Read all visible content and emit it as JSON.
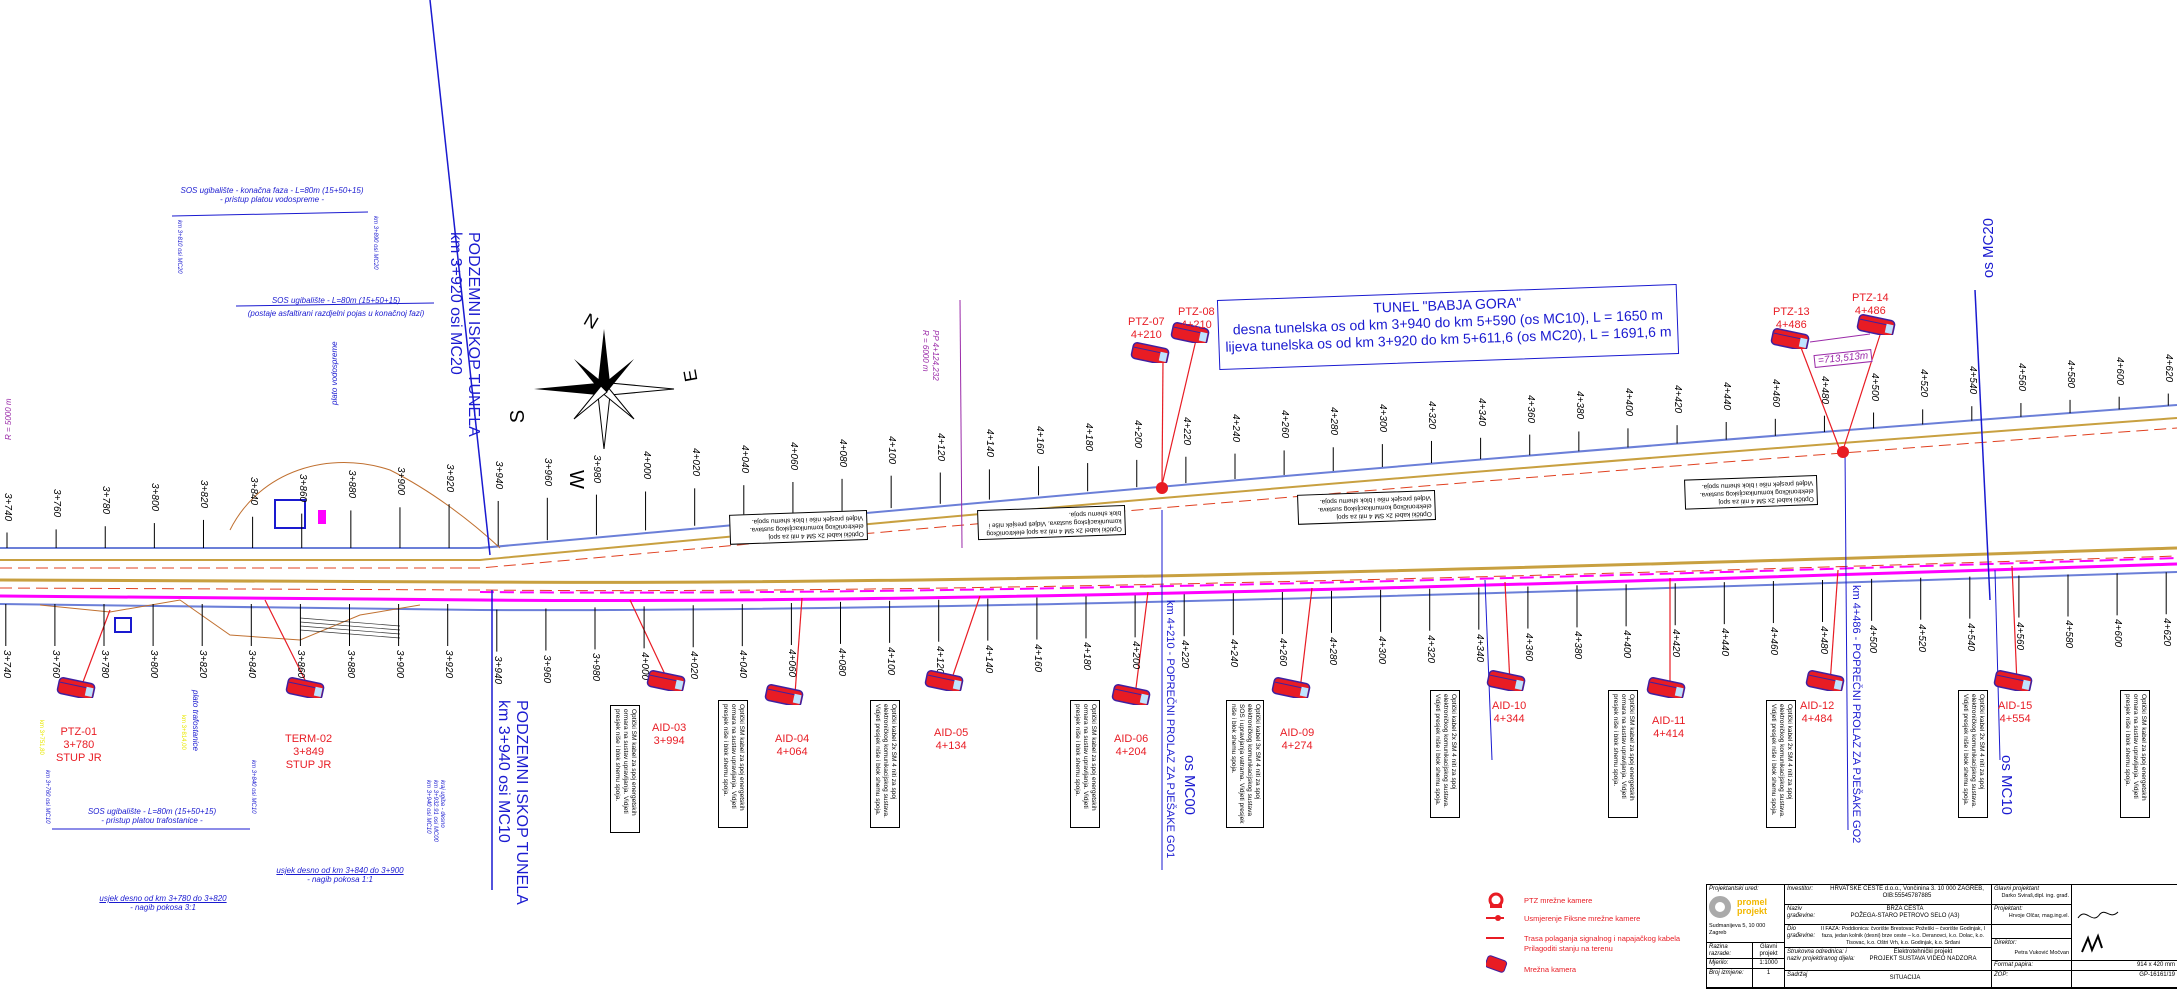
{
  "tunnel": {
    "title": "TUNEL \"BABJA GORA\"",
    "line1": "desna tunelska os od km 3+940 do km 5+590 (os MC10), L = 1650 m",
    "line2": "lijeva tunelska os od km 3+920 do km 5+611,6 (os MC20), L = 1691,6 m"
  },
  "axes": {
    "upper_chainages": [
      "3+740",
      "3+760",
      "3+780",
      "3+800",
      "3+820",
      "3+840",
      "3+860",
      "3+880",
      "3+900",
      "3+920",
      "3+940",
      "3+960",
      "3+980",
      "4+000",
      "4+020",
      "4+040",
      "4+060",
      "4+080",
      "4+100",
      "4+120",
      "4+140",
      "4+160",
      "4+180",
      "4+200",
      "4+220",
      "4+240",
      "4+260",
      "4+280",
      "4+300",
      "4+320",
      "4+340",
      "4+360",
      "4+380",
      "4+400",
      "4+420",
      "4+440",
      "4+460",
      "4+480",
      "4+500",
      "4+520",
      "4+540",
      "4+560",
      "4+580",
      "4+600",
      "4+620"
    ],
    "lower_chainages": [
      "3+740",
      "3+760",
      "3+780",
      "3+800",
      "3+820",
      "3+840",
      "3+860",
      "3+880",
      "3+900",
      "3+920",
      "3+940",
      "3+960",
      "3+980",
      "4+000",
      "4+020",
      "4+040",
      "4+060",
      "4+080",
      "4+100",
      "4+120",
      "4+140",
      "4+160",
      "4+180",
      "4+200",
      "4+220",
      "4+240",
      "4+260",
      "4+280",
      "4+300",
      "4+320",
      "4+340",
      "4+360",
      "4+380",
      "4+400",
      "4+420",
      "4+440",
      "4+460",
      "4+480",
      "4+500",
      "4+520",
      "4+540",
      "4+560",
      "4+580",
      "4+600",
      "4+620"
    ]
  },
  "cameras": [
    {
      "id": "PTZ-01",
      "chainage": "3+780",
      "note": "STUP JR"
    },
    {
      "id": "TERM-02",
      "chainage": "3+849",
      "note": "STUP JR"
    },
    {
      "id": "AID-03",
      "chainage": "3+994"
    },
    {
      "id": "AID-04",
      "chainage": "4+064"
    },
    {
      "id": "AID-05",
      "chainage": "4+134"
    },
    {
      "id": "AID-06",
      "chainage": "4+204"
    },
    {
      "id": "AID-09",
      "chainage": "4+274"
    },
    {
      "id": "AID-10",
      "chainage": "4+344"
    },
    {
      "id": "AID-11",
      "chainage": "4+414"
    },
    {
      "id": "AID-12",
      "chainage": "4+484"
    },
    {
      "id": "AID-15",
      "chainage": "4+554"
    },
    {
      "id": "PTZ-07",
      "chainage": "4+210"
    },
    {
      "id": "PTZ-08",
      "chainage": "4+210"
    },
    {
      "id": "PTZ-13",
      "chainage": "4+486"
    },
    {
      "id": "PTZ-14",
      "chainage": "4+486"
    }
  ],
  "distance_label": "=713,513m",
  "labels": {
    "iskop_mc20_a": "PODZEMNI ISKOP TUNELA",
    "iskop_mc20_b": "km 3+920 osi MC20",
    "iskop_mc10_a": "PODZEMNI ISKOP TUNELA",
    "iskop_mc10_b": "km 3+940 osi MC10",
    "os_mc20": "os MC20",
    "os_mc00": "os MC00",
    "os_mc10": "os MC10",
    "prolaz_go1": "km 4+210 - POPREČNI PROLAZ ZA PJEŠAKE GO1",
    "prolaz_go2": "km 4+486 - POPREČNI PROLAZ ZA PJEŠAKE GO2",
    "sos1_a": "SOS ugibalište - konačna faza - L=80m (15+50+15)",
    "sos1_b": "- pristup platou vodospreme -",
    "sos1_l": "km 3+810 osi MC20",
    "sos1_r": "km 3+890 osi MC20",
    "sos2_a": "SOS ugibalište - L=80m (15+50+15)",
    "sos2_b": "(postaje asfaltirani razdjelni pojas u konačnoj fazi)",
    "sos3_a": "SOS ugibalište - L=80m (15+50+15)",
    "sos3_b": "- pristup platou trafostanice -",
    "sos3_l": "km 3+760 osi MC10",
    "sos3_r": "km 3+840 osi MC10",
    "usjek1_a": "usjek desno od km 3+840 do 3+900",
    "usjek1_b": "- nagib pokosa 1:1",
    "usjek2_a": "usjek desno od km 3+780 do 3+820",
    "usjek2_b": "- nagib pokosa 3:1",
    "plato_traf": "plato trafostanice",
    "plato_vod": "plato vodospreme",
    "r5000": "R = 5000 m",
    "r6000": "R = 6000 m",
    "pp": "PP 4+124,232",
    "ugib_desno": "kraj ugiba - desno",
    "ugib_desno_km": "km 3+932.91 osi MC00",
    "ugib_desno_km2": "km 3+940 osi MC10",
    "yellow1": "km 3+751,80",
    "yellow2": "km 3+814,00"
  },
  "notes": [
    "Optički SM kabel za spoj energetskih ormara na sustav upravljanja. Vidjeti presjek niše i blok shemu spoja.",
    "Optički kabel 2x SM 4 niti za spoj elektroničkog komunikacijskog sustava. Vidjeti presjek niše i blok shemu spoja.",
    "Optički SM kabel za spoj energetskih ormara na sustav upravljanja. Vidjeti presjek niše i blok shemu spoja.",
    "Optički kabel 3x SM 4 niti za spoj elektroničkog komunikacijskog sustava SOS i upravljanja vatrama. Vidjeti presjek niše i blok shemu spoja.",
    "Optički kabel 2x SM 4 niti za spoj elektroničkog komunikacijskog sustava. Vidjeti presjek niše i blok shemu spoja.",
    "Optički SM kabel za spoj energetskih ormara na sustav upravljanja. Vidjeti presjek niše i blok shemu spoja.",
    "Optički kabel 2x SM 4 niti za spoj elektroničkog komunikacijskog sustava. Vidjeti presjek niše i blok shemu spoja.",
    "Optički kabel 2x SM 4 niti za spoj elektroničkog komunikacijskog sustava. Vidjeti presjek niše i blok shemu spoja.",
    "Optički SM kabel za spoj energetskih ormara na sustav upravljanja. Vidjeti presjek niše i blok shemu spoja."
  ],
  "compass": {
    "n": "N",
    "s": "S",
    "e": "E",
    "w": "W"
  },
  "legend": [
    {
      "label": "PTZ mrežne kamere"
    },
    {
      "label": "Usmjerenje Fiksne mrežne kamere"
    },
    {
      "label": "Trasa polaganja signalnog i napajačkog kabela",
      "label2": "Prilagoditi stanju na terenu"
    },
    {
      "label": "Mrežna kamera"
    }
  ],
  "title_block": {
    "office_label": "Projektantski ured:",
    "logo_text_1": "promel",
    "logo_text_2": "projekt",
    "address": "Sudmanijeva 5, 10 000 Zagreb",
    "razina_label": "Razina razrade:",
    "razina_value": "Glavni projekt",
    "mjerilo_label": "Mjerilo:",
    "mjerilo_value": "1:1000",
    "izmjena_label": "Broj izmjene:",
    "izmjena_value": "1",
    "investitor_label": "Investitor:",
    "investitor_value": "HRVATSKE CESTE d.o.o., Vončinina 3. 10 000 ZAGREB, OIB:55545787885",
    "gradevina_label": "Naziv građevine:",
    "gradevina_value_1": "BRZA CESTA",
    "gradevina_value_2": "POŽEGA-STARO PETROVO SELO (A3)",
    "dio_label": "Dio građevine:",
    "dio_value": "II FAZA: Poddionica: čvorište Brestovac Požeški – čvorište Godinjak, I faza, jedan kolnik (desni) brze ceste – k.o. Deranovci, k.o. Dolac, k.o. Tisovac, k.o. Oštri Vrh, k.o. Godinjak, k.o. Srđani",
    "strukovna_label": "Strukovna odrednica: i naziv projektiranog dijela:",
    "strukovna_value_1": "Elektrotehnički projekt",
    "strukovna_value_2": "PROJEKT SUSTAVA VIDEO NADZORA",
    "sadrzaj_label": "Sadržaj",
    "sadrzaj_value": "SITUACIJA",
    "glavni_label": "Glavni projektant",
    "glavni_value": "Darko Sviraš,dipl. ing. građ.",
    "projektant_label": "Projektant:",
    "projektant_value": "Hrvoje Olčar, mag.ing.el.",
    "direktor_label": "Direktor:",
    "direktor_value": "Petra Vuković Močvan",
    "format_label": "Format papira:",
    "format_value": "914 x 420 mm",
    "zop_label": "ZOP:",
    "zop_value": "GP-16161/19"
  },
  "colors": {
    "camera": "#e81c24",
    "annotation": "#1a1ad0",
    "cable": "#ff00ff",
    "road": "#c8a040"
  }
}
